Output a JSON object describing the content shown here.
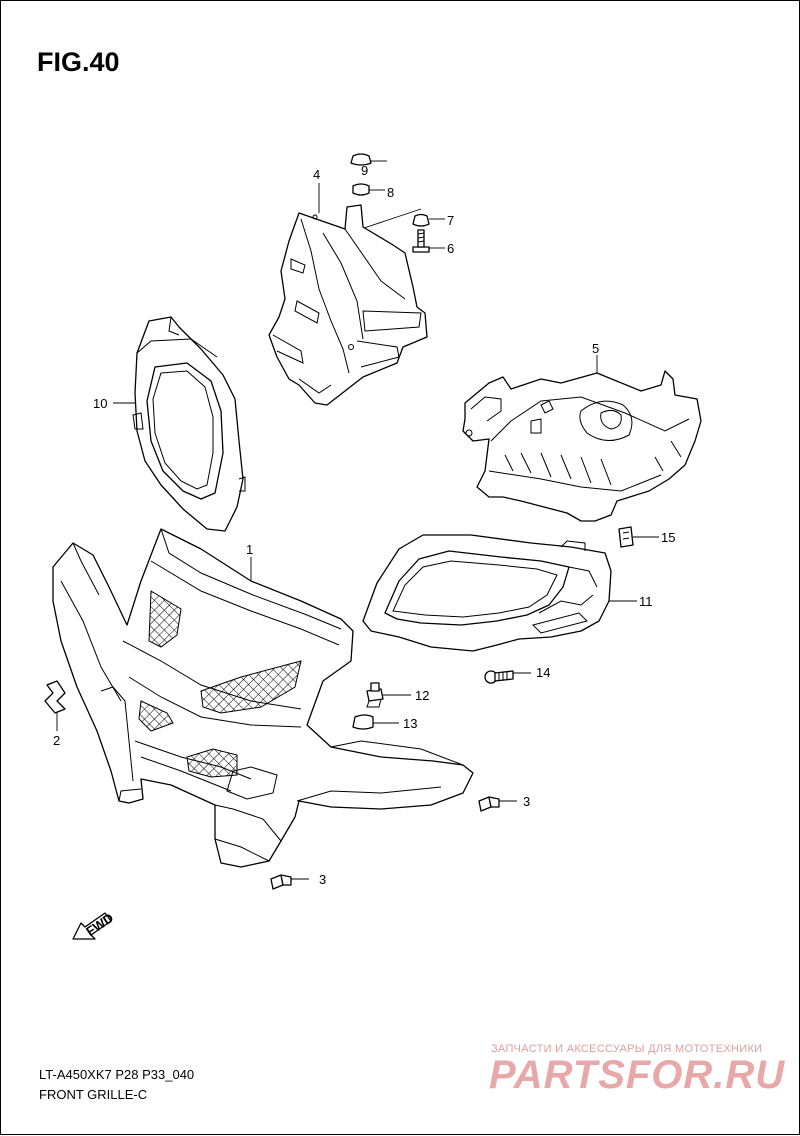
{
  "figure": {
    "title": "FIG.40",
    "model_code": "LT-A450XK7 P28 P33_040",
    "section_name": "FRONT GRILLE-C"
  },
  "callouts": {
    "p1": "1",
    "p2": "2",
    "p3a": "3",
    "p3b": "3",
    "p4": "4",
    "p5": "5",
    "p6": "6",
    "p7": "7",
    "p8": "8",
    "p9": "9",
    "p10": "10",
    "p11": "11",
    "p12": "12",
    "p13": "13",
    "p14": "14",
    "p15": "15"
  },
  "fwd_arrow": {
    "label": "FWD"
  },
  "watermark": {
    "tagline": "ЗАПЧАСТИ И АКСЕССУАРЫ ДЛЯ МОТОТЕХНИКИ",
    "logo": "PARTSFOR.RU"
  }
}
